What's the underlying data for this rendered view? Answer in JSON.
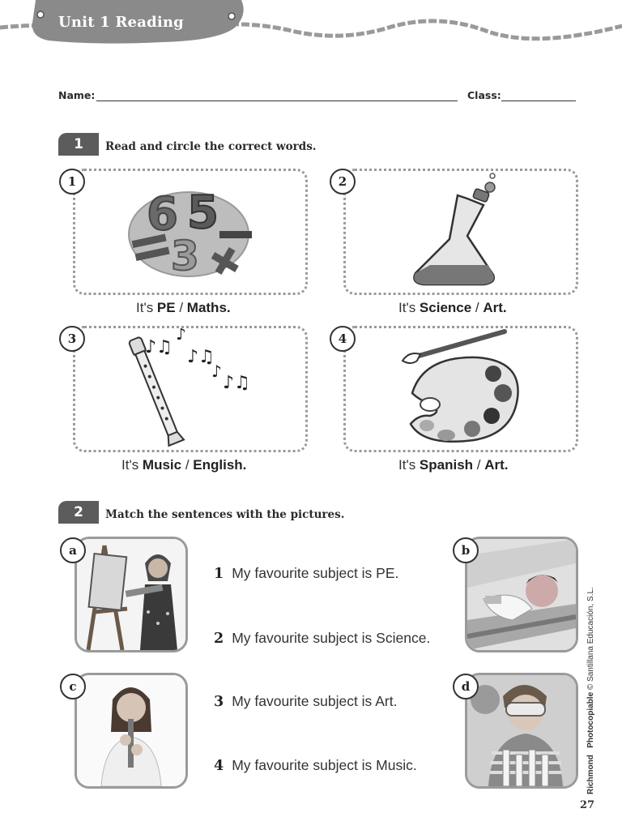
{
  "header": {
    "title": "Unit 1 Reading"
  },
  "form": {
    "name_label": "Name:",
    "class_label": "Class:"
  },
  "exercise1": {
    "number": "1",
    "instruction": "Read and circle the correct words.",
    "items": [
      {
        "num": "1",
        "prefix": "It's ",
        "opt1": "PE",
        "sep": " / ",
        "opt2": "Maths."
      },
      {
        "num": "2",
        "prefix": "It's ",
        "opt1": "Science",
        "sep": " / ",
        "opt2": "Art."
      },
      {
        "num": "3",
        "prefix": "It's ",
        "opt1": "Music",
        "sep": " / ",
        "opt2": "English."
      },
      {
        "num": "4",
        "prefix": "It's ",
        "opt1": "Spanish",
        "sep": " / ",
        "opt2": "Art."
      }
    ]
  },
  "exercise2": {
    "number": "2",
    "instruction": "Match the sentences with the pictures.",
    "pictures": [
      "a",
      "b",
      "c",
      "d"
    ],
    "sentences": [
      {
        "num": "1",
        "text": "My favourite subject is PE."
      },
      {
        "num": "2",
        "text": "My favourite subject is Science."
      },
      {
        "num": "3",
        "text": "My favourite subject is Art."
      },
      {
        "num": "4",
        "text": "My favourite subject is Music."
      }
    ]
  },
  "footer": {
    "publisher": "Richmond",
    "copyright_bold": "Photocopiable",
    "copyright_rest": " © Santillana Educación, S.L.",
    "page_number": "27"
  }
}
